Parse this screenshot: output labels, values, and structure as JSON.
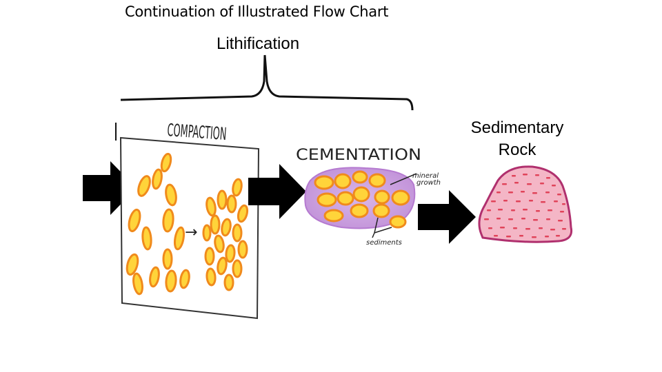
{
  "slide": {
    "title": "Continuation of Illustrated Flow Chart",
    "bracket_label": "Lithification",
    "result_label_line1": "Sedimentary",
    "result_label_line2": "Rock"
  },
  "compaction_panel": {
    "heading": "COMPACTION",
    "arrow_symbol": "→"
  },
  "cementation_panel": {
    "heading": "CEMENTATION",
    "label_mineral_line1": "mineral",
    "label_mineral_line2": "growth",
    "label_sediments": "sediments"
  },
  "colors": {
    "grain_fill": "#ffd43a",
    "grain_outline": "#f08a1c",
    "cement_purple": "#c9a0dc",
    "rock_red": "#e0445a",
    "rock_outline": "#b0306e",
    "arrow": "#000000"
  }
}
